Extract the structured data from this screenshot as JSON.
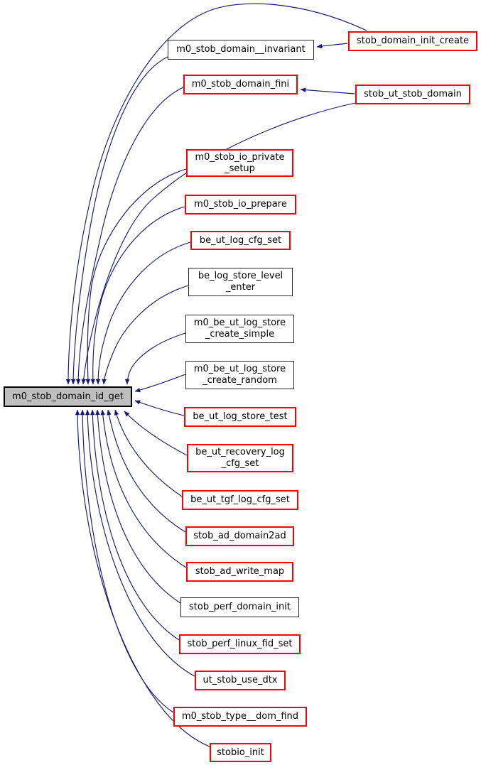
{
  "graph": {
    "kind": "doxygen-caller-graph",
    "colors": {
      "edge": "#191970",
      "node_fill": "#ffffff",
      "center_node_fill": "#bfbfbf",
      "red_border": "#ff0000",
      "black_border": "#000000",
      "text": "#000000"
    },
    "center": {
      "label": "m0_stob_domain_id_get",
      "lines": [
        "m0_stob_domain_id_get"
      ]
    },
    "nodes": [
      {
        "label": "m0_stob_domain__invariant",
        "lines": [
          "m0_stob_domain__invariant"
        ]
      },
      {
        "label": "m0_stob_domain_fini",
        "lines": [
          "m0_stob_domain_fini"
        ]
      },
      {
        "label": "m0_stob_io_private_setup",
        "lines": [
          "m0_stob_io_private",
          "_setup"
        ]
      },
      {
        "label": "m0_stob_io_prepare",
        "lines": [
          "m0_stob_io_prepare"
        ]
      },
      {
        "label": "be_ut_log_cfg_set",
        "lines": [
          "be_ut_log_cfg_set"
        ]
      },
      {
        "label": "be_log_store_level_enter",
        "lines": [
          "be_log_store_level",
          "_enter"
        ]
      },
      {
        "label": "m0_be_ut_log_store_create_simple",
        "lines": [
          "m0_be_ut_log_store",
          "_create_simple"
        ]
      },
      {
        "label": "m0_be_ut_log_store_create_random",
        "lines": [
          "m0_be_ut_log_store",
          "_create_random"
        ]
      },
      {
        "label": "be_ut_log_store_test",
        "lines": [
          "be_ut_log_store_test"
        ]
      },
      {
        "label": "be_ut_recovery_log_cfg_set",
        "lines": [
          "be_ut_recovery_log",
          "_cfg_set"
        ]
      },
      {
        "label": "be_ut_tgf_log_cfg_set",
        "lines": [
          "be_ut_tgf_log_cfg_set"
        ]
      },
      {
        "label": "stob_ad_domain2ad",
        "lines": [
          "stob_ad_domain2ad"
        ]
      },
      {
        "label": "stob_ad_write_map",
        "lines": [
          "stob_ad_write_map"
        ]
      },
      {
        "label": "stob_perf_domain_init",
        "lines": [
          "stob_perf_domain_init"
        ]
      },
      {
        "label": "stob_perf_linux_fid_set",
        "lines": [
          "stob_perf_linux_fid_set"
        ]
      },
      {
        "label": "ut_stob_use_dtx",
        "lines": [
          "ut_stob_use_dtx"
        ]
      },
      {
        "label": "m0_stob_type__dom_find",
        "lines": [
          "m0_stob_type__dom_find"
        ]
      },
      {
        "label": "stobio_init",
        "lines": [
          "stobio_init"
        ]
      },
      {
        "label": "stob_domain_init_create",
        "lines": [
          "stob_domain_init_create"
        ]
      },
      {
        "label": "stob_ut_stob_domain",
        "lines": [
          "stob_ut_stob_domain"
        ]
      }
    ],
    "edges": [
      {
        "caller": "stob_domain_init_create",
        "callee": "m0_stob_domain_id_get"
      },
      {
        "caller": "m0_stob_domain__invariant",
        "callee": "m0_stob_domain_id_get"
      },
      {
        "caller": "m0_stob_domain_fini",
        "callee": "m0_stob_domain_id_get"
      },
      {
        "caller": "stob_ut_stob_domain",
        "callee": "m0_stob_domain_id_get"
      },
      {
        "caller": "m0_stob_io_private_setup",
        "callee": "m0_stob_domain_id_get"
      },
      {
        "caller": "m0_stob_io_prepare",
        "callee": "m0_stob_domain_id_get"
      },
      {
        "caller": "be_ut_log_cfg_set",
        "callee": "m0_stob_domain_id_get"
      },
      {
        "caller": "be_log_store_level_enter",
        "callee": "m0_stob_domain_id_get"
      },
      {
        "caller": "m0_be_ut_log_store_create_simple",
        "callee": "m0_stob_domain_id_get"
      },
      {
        "caller": "m0_be_ut_log_store_create_random",
        "callee": "m0_stob_domain_id_get"
      },
      {
        "caller": "be_ut_log_store_test",
        "callee": "m0_stob_domain_id_get"
      },
      {
        "caller": "be_ut_recovery_log_cfg_set",
        "callee": "m0_stob_domain_id_get"
      },
      {
        "caller": "be_ut_tgf_log_cfg_set",
        "callee": "m0_stob_domain_id_get"
      },
      {
        "caller": "stob_ad_domain2ad",
        "callee": "m0_stob_domain_id_get"
      },
      {
        "caller": "stob_ad_write_map",
        "callee": "m0_stob_domain_id_get"
      },
      {
        "caller": "stob_perf_domain_init",
        "callee": "m0_stob_domain_id_get"
      },
      {
        "caller": "stob_perf_linux_fid_set",
        "callee": "m0_stob_domain_id_get"
      },
      {
        "caller": "ut_stob_use_dtx",
        "callee": "m0_stob_domain_id_get"
      },
      {
        "caller": "m0_stob_type__dom_find",
        "callee": "m0_stob_domain_id_get"
      },
      {
        "caller": "stobio_init",
        "callee": "m0_stob_domain_id_get"
      },
      {
        "caller": "stob_domain_init_create",
        "callee": "m0_stob_domain__invariant"
      },
      {
        "caller": "stob_ut_stob_domain",
        "callee": "m0_stob_domain_fini"
      }
    ]
  }
}
